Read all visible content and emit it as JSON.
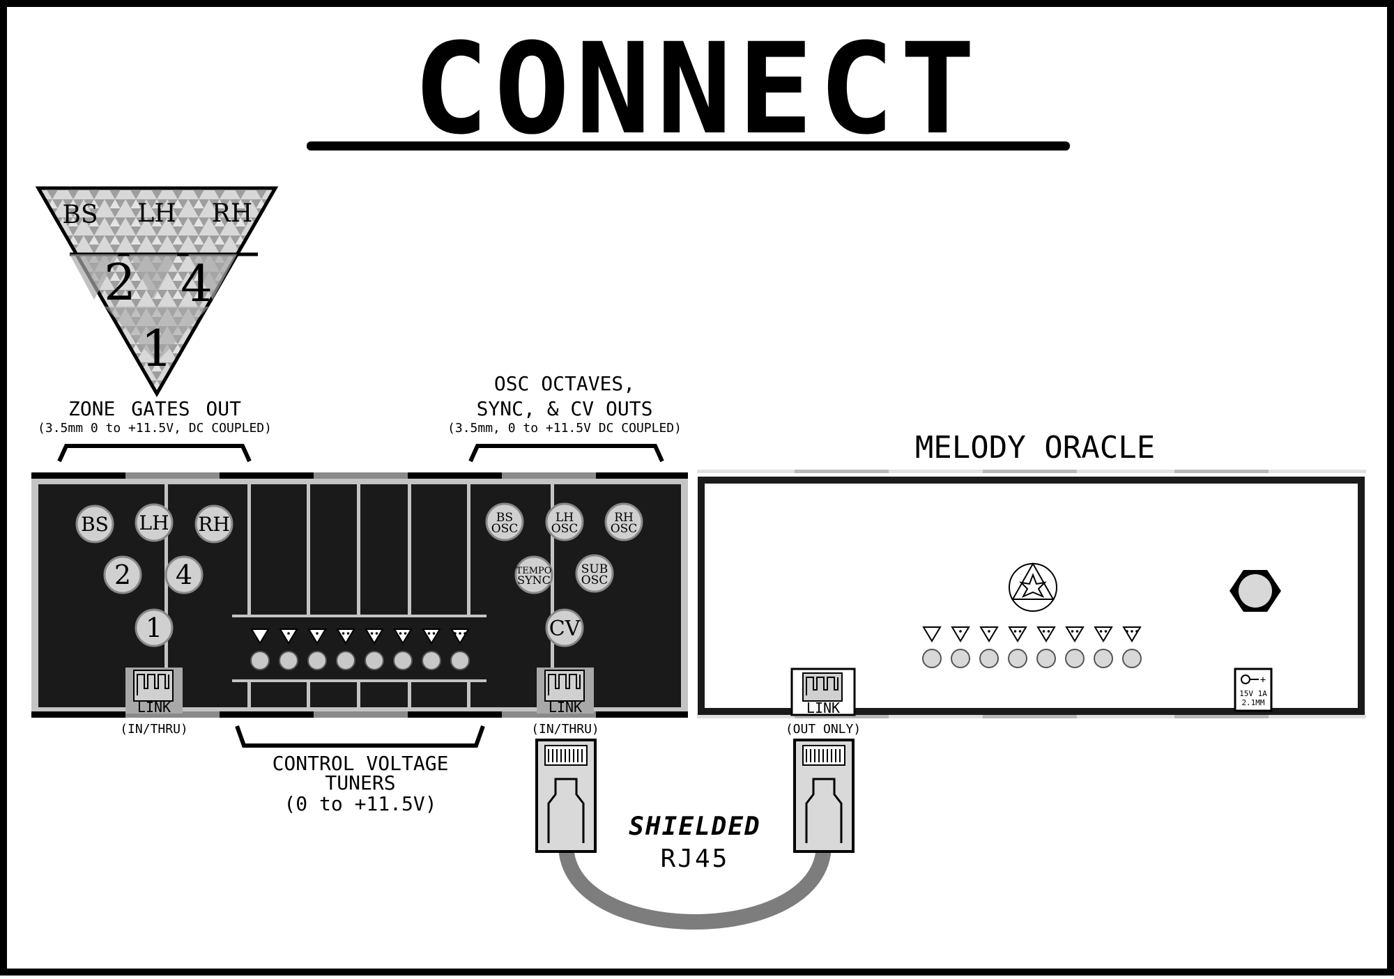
{
  "title": "CONNECT",
  "zone_triangle": {
    "top_labels": [
      "BS",
      "LH",
      "RH"
    ],
    "mid_labels": [
      "2",
      "4"
    ],
    "bottom_label": "1"
  },
  "callouts": {
    "zone_gates_title": "ZONE GATES OUT",
    "zone_gates_sub": "(3.5mm 0 to +11.5V, DC COUPLED)",
    "osc_title_line1": "OSC OCTAVES,",
    "osc_title_line2": "SYNC, & CV OUTS",
    "osc_sub": "(3.5mm, 0 to +11.5V DC COUPLED)",
    "cv_tuners_line1": "CONTROL VOLTAGE",
    "cv_tuners_line2": "TUNERS",
    "cv_tuners_line3": "(0 to +11.5V)"
  },
  "left_module": {
    "zone_jacks": [
      "BS",
      "LH",
      "RH",
      "2",
      "4",
      "1"
    ],
    "osc_jacks": [
      [
        "BS",
        "OSC"
      ],
      [
        "LH",
        "OSC"
      ],
      [
        "RH",
        "OSC"
      ],
      [
        "TEMPO",
        "SYNC"
      ],
      [
        "SUB",
        "OSC"
      ],
      [
        "CV"
      ]
    ],
    "link_left": "LINK",
    "link_left_mode": "(IN/THRU)",
    "link_right": "LINK",
    "link_right_mode": "(IN/THRU)",
    "tuner_count": 8
  },
  "melody_oracle": {
    "name": "MELODY ORACLE",
    "link": "LINK",
    "link_mode": "(OUT ONLY)",
    "power_spec_line1": "15V 1A",
    "power_spec_line2": "2.1MM",
    "power_polarity": "+",
    "led_count": 8
  },
  "cable": {
    "label_line1": "SHIELDED",
    "label_line2": "RJ45"
  },
  "colors": {
    "panel": "#1a1a1a",
    "frame": "#c4c4c4",
    "jack": "#d0d0d0",
    "cable": "#7d7d7d",
    "triangle_fill": "#b9b9b9"
  }
}
